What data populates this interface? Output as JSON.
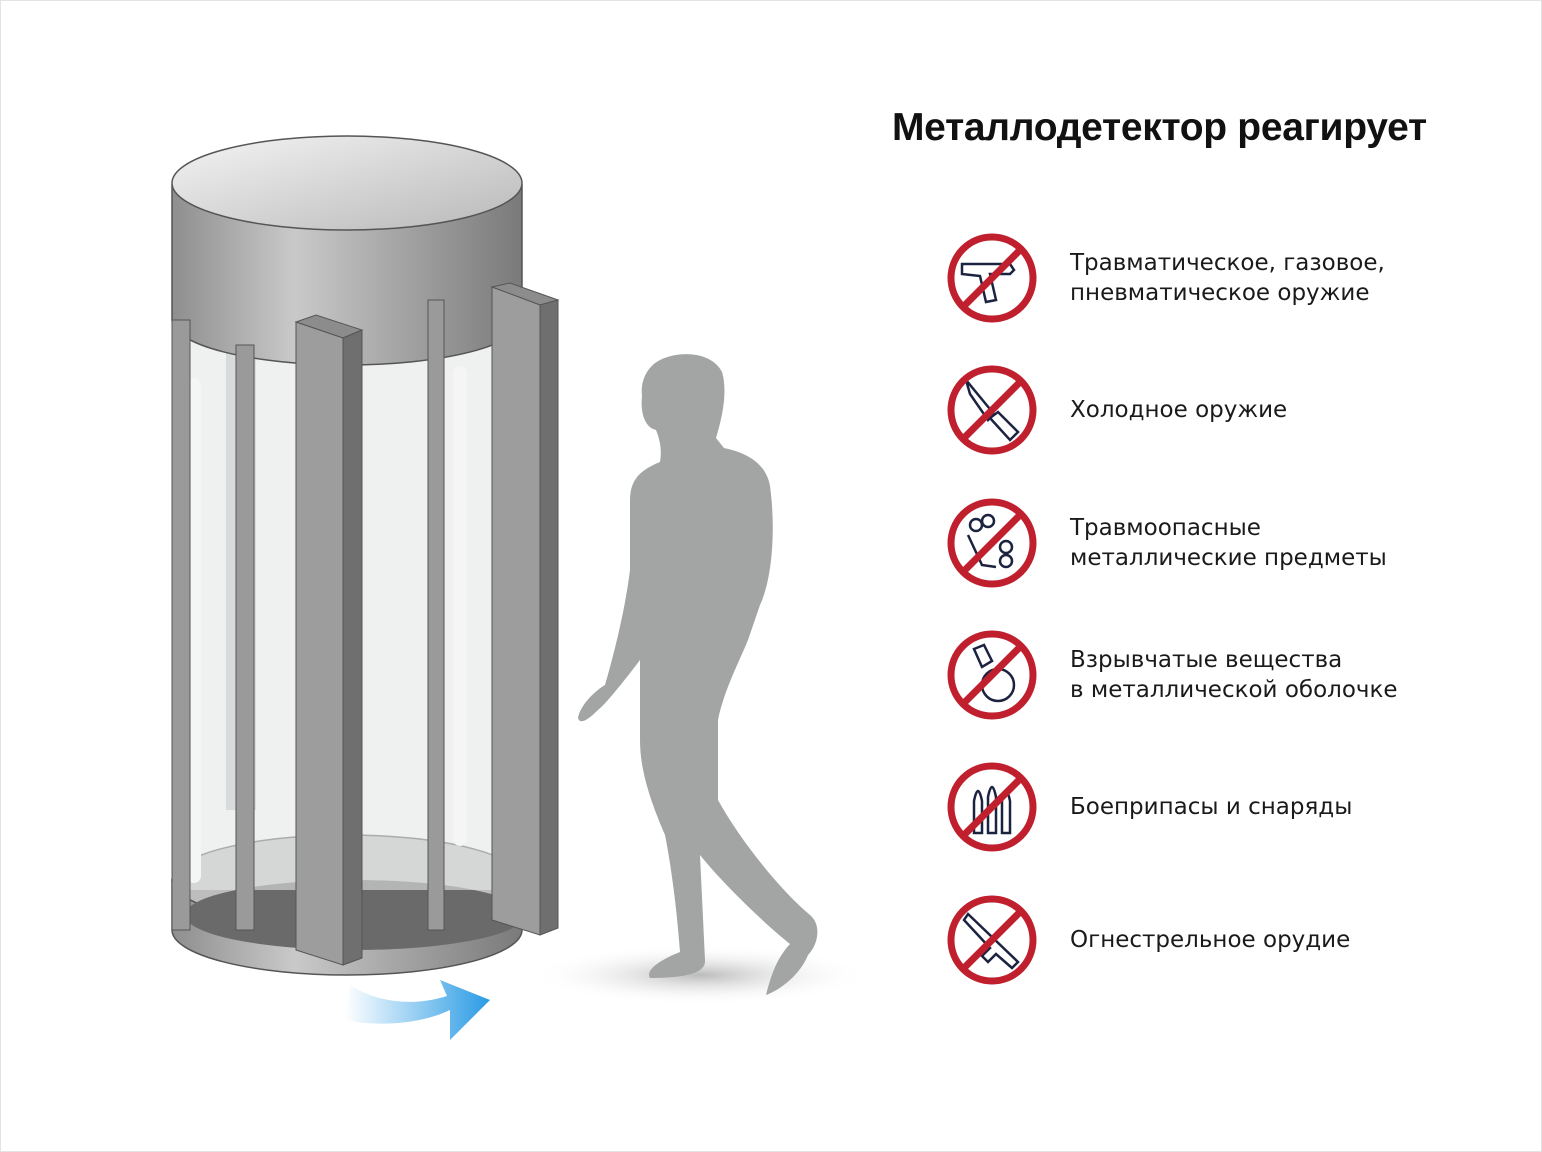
{
  "title": "Металлодетектор реагирует",
  "colors": {
    "prohibit_red": "#c0202e",
    "icon_navy": "#1c2340",
    "silhouette": "#a3a5a4",
    "frame_gray": "#9c9c9c",
    "arrow_blue": "#3aa3e6"
  },
  "items": [
    {
      "icon": "pistol-icon",
      "label": "Травматическое, газовое,\nпневматическое оружие"
    },
    {
      "icon": "knife-icon",
      "label": "Холодное оружие"
    },
    {
      "icon": "brass-knuckles-icon",
      "label": "Травмоопасные\nметаллические предметы"
    },
    {
      "icon": "grenade-icon",
      "label": "Взрывчатые вещества\nв металлической оболочке"
    },
    {
      "icon": "bullets-icon",
      "label": "Боеприпасы и снаряды"
    },
    {
      "icon": "rifle-icon",
      "label": "Огнестрельное орудие"
    }
  ]
}
